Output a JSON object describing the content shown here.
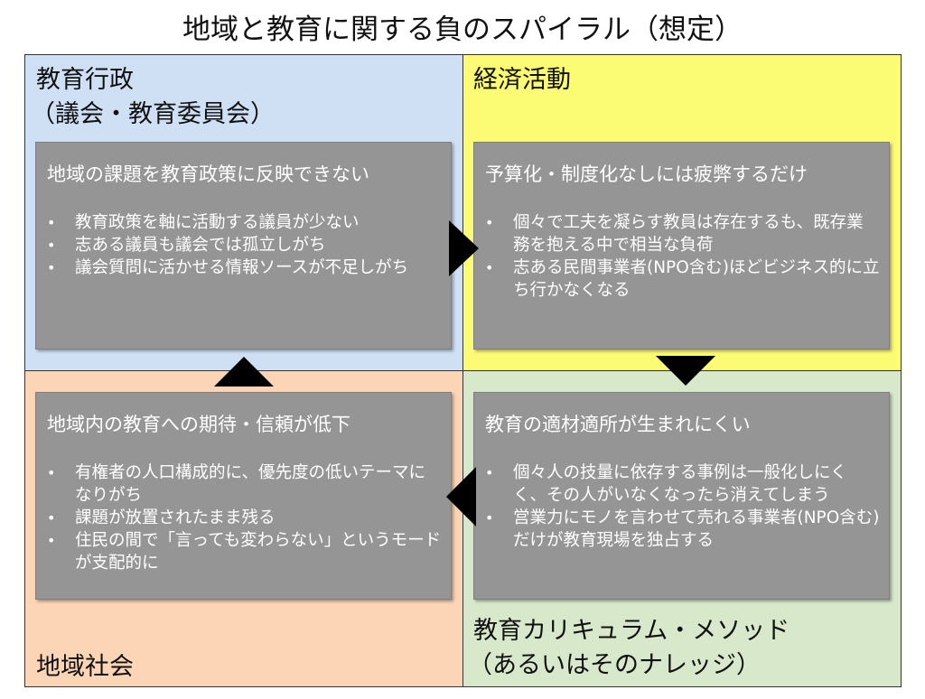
{
  "title": "地域と教育に関する負のスパイラル（想定）",
  "colors": {
    "education_admin": "#cfe0f5",
    "economic_activity": "#fbfb74",
    "community": "#fbd5b5",
    "curriculum": "#d8e9cb",
    "box_fill": "#959595",
    "arrow": "#000000"
  },
  "quadrants": {
    "top_left": {
      "label_line1": "教育行政",
      "label_line2": "（議会・教育委員会）",
      "box_title": "地域の課題を教育政策に反映できない",
      "bullets": [
        "教育政策を軸に活動する議員が少ない",
        "志ある議員も議会では孤立しがち",
        "議会質問に活かせる情報ソースが不足しがち"
      ]
    },
    "top_right": {
      "label_line1": "経済活動",
      "box_title": "予算化・制度化なしには疲弊するだけ",
      "bullets": [
        "個々で工夫を凝らす教員は存在するも、既存業務を抱える中で相当な負荷",
        "志ある民間事業者(NPO含む)ほどビジネス的に立ち行かなくなる"
      ]
    },
    "bottom_left": {
      "label_line1": "地域社会",
      "box_title": "地域内の教育への期待・信頼が低下",
      "bullets": [
        "有権者の人口構成的に、優先度の低いテーマになりがち",
        "課題が放置されたまま残る",
        "住民の間で「言っても変わらない」というモードが支配的に"
      ]
    },
    "bottom_right": {
      "label_line1": "教育カリキュラム・メソッド",
      "label_line2": "（あるいはそのナレッジ）",
      "box_title": "教育の適材適所が生まれにくい",
      "bullets": [
        "個々人の技量に依存する事例は一般化しにくく、その人がいなくなったら消えてしまう",
        "営業力にモノを言わせて売れる事業者(NPO含む)だけが教育現場を独占する"
      ]
    }
  }
}
